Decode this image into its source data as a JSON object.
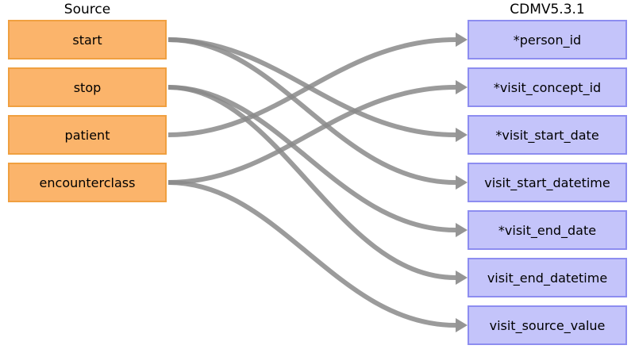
{
  "source_heading": "Source",
  "target_heading": "CDMV5.3.1",
  "source_fields": [
    "start",
    "stop",
    "patient",
    "encounterclass"
  ],
  "target_fields": [
    "*person_id",
    "*visit_concept_id",
    "*visit_start_date",
    "visit_start_datetime",
    "*visit_end_date",
    "visit_end_datetime",
    "visit_source_value"
  ],
  "mappings": [
    {
      "from": "start",
      "to": "*visit_start_date"
    },
    {
      "from": "start",
      "to": "visit_start_datetime"
    },
    {
      "from": "stop",
      "to": "*visit_end_date"
    },
    {
      "from": "stop",
      "to": "visit_end_datetime"
    },
    {
      "from": "patient",
      "to": "*person_id"
    },
    {
      "from": "encounterclass",
      "to": "*visit_concept_id"
    },
    {
      "from": "encounterclass",
      "to": "visit_source_value"
    }
  ],
  "colors": {
    "source_fill": "#fbb46b",
    "source_border": "#f0a040",
    "target_fill": "#c4c4fa",
    "target_border": "#8d8df0",
    "arrow": "#8a8a8a"
  }
}
